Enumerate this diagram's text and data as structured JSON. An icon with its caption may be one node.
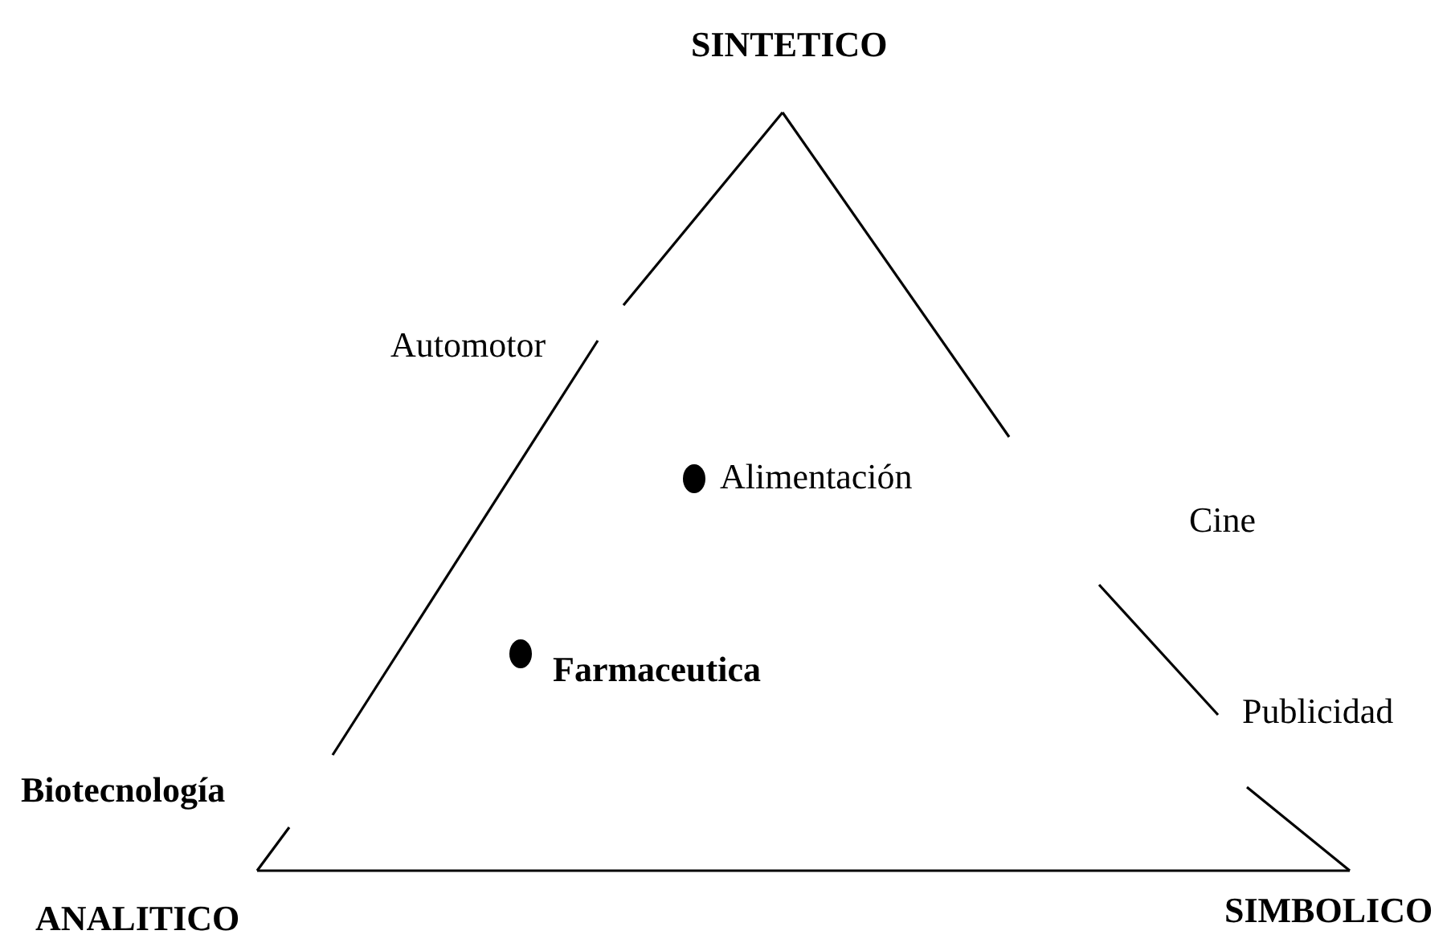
{
  "diagram": {
    "labels": [
      "SINTETICO",
      "Automotor",
      "Alimentación",
      "Cine",
      "Farmaceutica",
      "Publicidad",
      "Biotecnología",
      "ANALITICO",
      "SIMBOLICO"
    ]
  }
}
